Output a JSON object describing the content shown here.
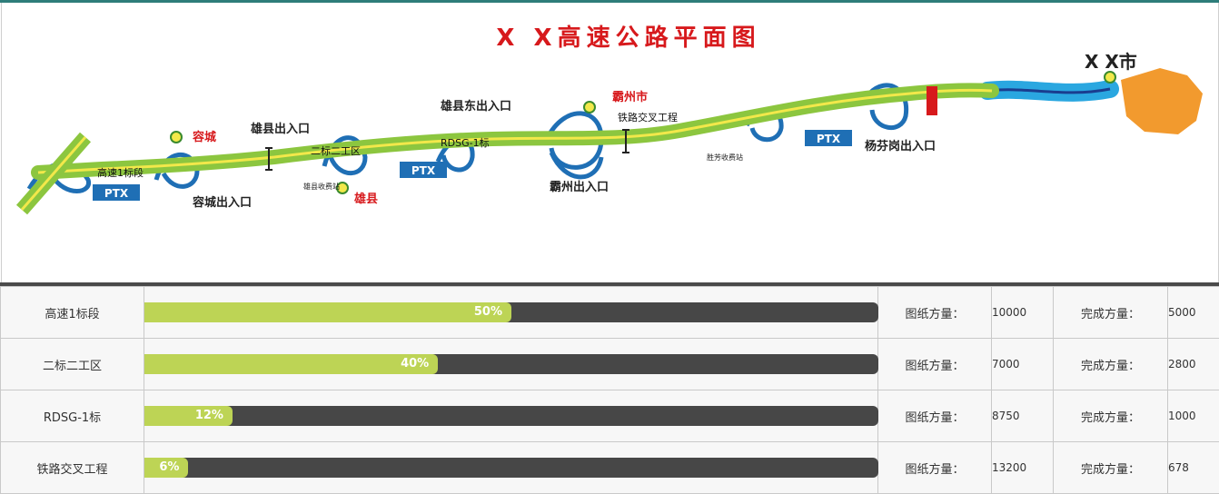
{
  "map": {
    "title": "X X高速公路平面图",
    "city_label": "X X市",
    "places": {
      "rongcheng": "容城",
      "rongcheng_exit": "容城出入口",
      "xiongxian_exit": "雄县出入口",
      "xiongxian": "雄县",
      "xiongxian_toll": "雄县收费站",
      "xiongxian_east_exit": "雄县东出入口",
      "bazhou_city": "霸州市",
      "bazhou_exit": "霸州出入口",
      "shengfang_toll": "胜芳收费站",
      "yangfengang_exit": "杨芬岗出入口"
    },
    "segments": {
      "seg1": "高速1标段",
      "seg2": "二标二工区",
      "seg3": "RDSG-1标",
      "seg4": "铁路交叉工程"
    },
    "ptx_badge": "PTX"
  },
  "progress_rows": [
    {
      "name": "高速1标段",
      "percent": 50,
      "percent_label": "50%",
      "design_label": "图纸方量：",
      "design_value": "10000",
      "done_label": "完成方量：",
      "done_value": "5000"
    },
    {
      "name": "二标二工区",
      "percent": 40,
      "percent_label": "40%",
      "design_label": "图纸方量：",
      "design_value": "7000",
      "done_label": "完成方量：",
      "done_value": "2800"
    },
    {
      "name": "RDSG-1标",
      "percent": 12,
      "percent_label": "12%",
      "design_label": "图纸方量：",
      "design_value": "8750",
      "done_label": "完成方量：",
      "done_value": "1000"
    },
    {
      "name": "铁路交叉工程",
      "percent": 6,
      "percent_label": "6%",
      "design_label": "图纸方量：",
      "design_value": "13200",
      "done_label": "完成方量：",
      "done_value": "678"
    }
  ],
  "colors": {
    "road_green": "#8cc63f",
    "road_center": "#f2e84a",
    "interchange_blue": "#1f6fb5",
    "river": "#2aa7e0",
    "city_orange": "#f29a2e",
    "bar_fill": "#bdd455",
    "bar_track": "#474747",
    "title_red": "#d7191c"
  }
}
